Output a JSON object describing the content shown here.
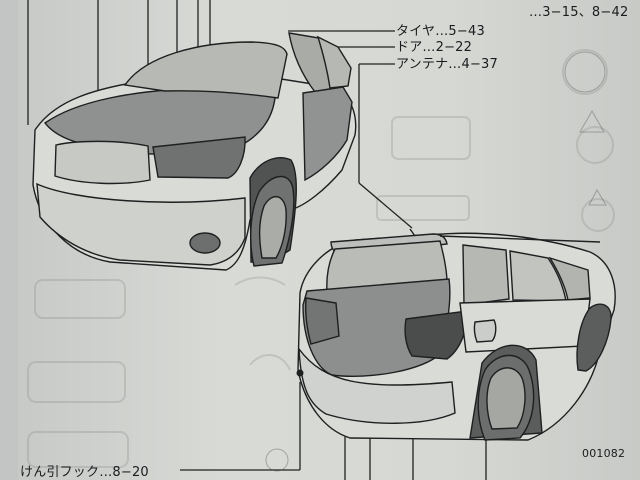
{
  "labels": {
    "top_right_ref": "…3−15、8−42",
    "tire": "タイヤ…5−43",
    "door": "ドア…2−22",
    "antenna": "アンテナ…4−37",
    "tow_hook": "けん引フック…8−20",
    "figure_code": "001082"
  },
  "icons": {
    "washer_icon": "washer-icon",
    "warning_icon": "warning-icon",
    "triangle_icon": "triangle-icon"
  },
  "colors": {
    "paper": "#d6d8d4",
    "ink": "#1b1c1f",
    "shade": "#8e9190"
  }
}
